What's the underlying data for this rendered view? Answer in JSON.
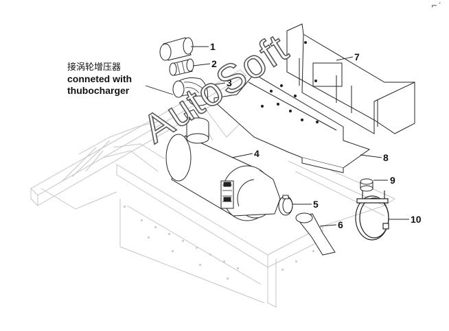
{
  "callouts": [
    "1",
    "2",
    "3",
    "4",
    "5",
    "6",
    "7",
    "8",
    "9",
    "10"
  ],
  "caption": {
    "chinese": "接涡轮增压器",
    "english_line1": "conneted with",
    "english_line2": "thubocharger"
  },
  "watermark": "AutoSoft",
  "corner_mark": "⌐´"
}
